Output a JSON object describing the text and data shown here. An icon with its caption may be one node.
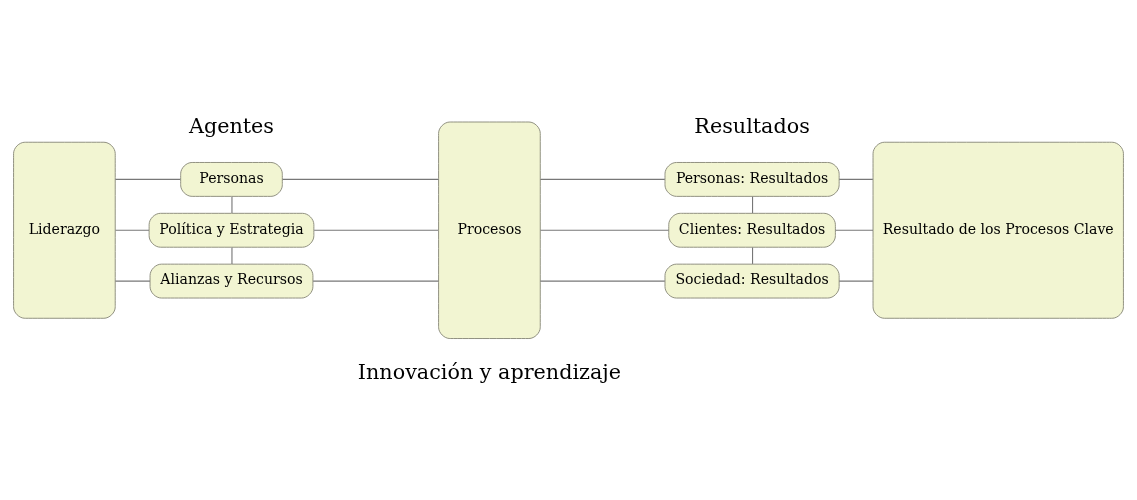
{
  "diagram": {
    "nodes": [
      {
        "text": [
          "Liderazgo"
        ]
      },
      {
        "text": [
          "Personas"
        ]
      },
      {
        "text": [
          "Política y Estrategia"
        ]
      },
      {
        "text": [
          "Alianzas y Recursos"
        ]
      },
      {
        "text": [
          "Procesos"
        ]
      },
      {
        "text": [
          "Personas: Resultados"
        ]
      },
      {
        "text": [
          "Clientes: Resultados"
        ]
      },
      {
        "text": [
          "Sociedad: Resultados"
        ]
      },
      {
        "text": [
          "Resultado de los Procesos Clave"
        ]
      }
    ],
    "edges": [
      {
        "from": 0,
        "to": 1,
        "arrow": "none"
      },
      {
        "from": 0,
        "to": 2,
        "arrow": "none"
      },
      {
        "from": 0,
        "to": 3,
        "arrow": "none"
      },
      {
        "from": 1,
        "to": 2,
        "arrow": "none"
      },
      {
        "from": 2,
        "to": 3,
        "arrow": "none"
      },
      {
        "from": 1,
        "to": 4,
        "arrow": "none"
      },
      {
        "from": 2,
        "to": 4,
        "arrow": "none"
      },
      {
        "from": 3,
        "to": 4,
        "arrow": "none"
      },
      {
        "from": 4,
        "to": 5,
        "arrow": "none"
      },
      {
        "from": 4,
        "to": 6,
        "arrow": "none"
      },
      {
        "from": 4,
        "to": 7,
        "arrow": "none"
      },
      {
        "from": 5,
        "to": 6,
        "arrow": "none"
      },
      {
        "from": 6,
        "to": 7,
        "arrow": "none"
      },
      {
        "from": 5,
        "to": 8,
        "arrow": "none"
      },
      {
        "from": 6,
        "to": 8,
        "arrow": "none"
      },
      {
        "from": 7,
        "to": 8,
        "arrow": "none"
      }
    ],
    "labels": [
      "Agentes",
      "Resultados",
      "Innovación y aprendizaje"
    ]
  }
}
